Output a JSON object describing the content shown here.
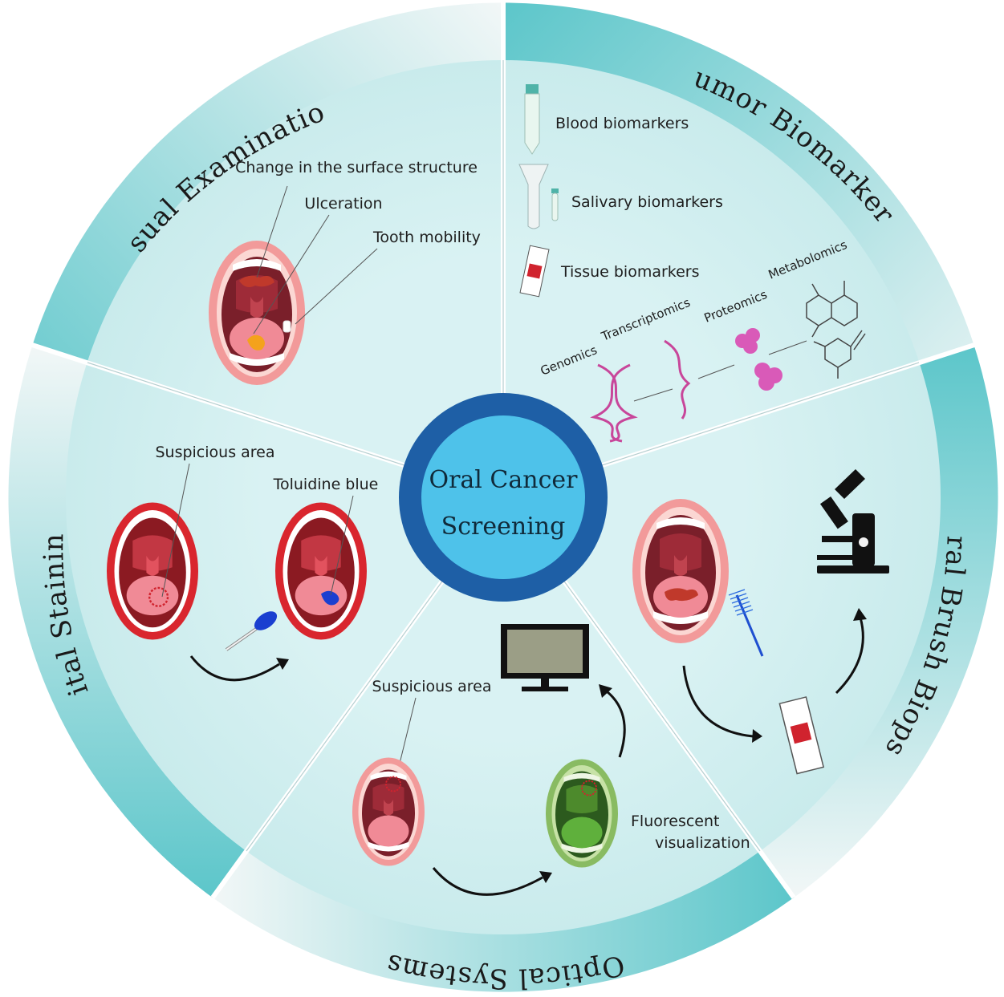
{
  "center": {
    "line1": "Oral Cancer",
    "line2": "Screening"
  },
  "sections": {
    "visual_examination": {
      "title": "Visual Examination",
      "labels": [
        "Change in the surface structure",
        "Ulceration",
        "Tooth mobility"
      ]
    },
    "tumor_biomarkers": {
      "title": "Tumor Biomarkers",
      "items": [
        "Blood biomarkers",
        "Salivary biomarkers",
        "Tissue biomarkers"
      ],
      "omics": [
        "Genomics",
        "Transcriptomics",
        "Proteomics",
        "Metabolomics"
      ]
    },
    "oral_brush_biopsy": {
      "title": "Oral Brush Biopsy"
    },
    "optical_systems": {
      "title": "Optical Systems",
      "labels": [
        "Suspicious area",
        "Fluorescent",
        "visualization"
      ]
    },
    "vital_staining": {
      "title": "Vital Staining",
      "labels": [
        "Suspicious area",
        "Toluidine blue"
      ]
    }
  },
  "colors": {
    "ring_teal": "#5cc6ca",
    "ring_light": "#eaf6f6",
    "panel": "#d6f0f1",
    "center_outer": "#1e5fa6",
    "center_inner": "#4ec2ea",
    "lip": "#f29a9a",
    "mouth_dark": "#7a1f2a",
    "tongue": "#f08a96",
    "toluidine": "#1a3fd0",
    "fluor_green": "#6fb24a",
    "omics_pink": "#c8469a"
  }
}
